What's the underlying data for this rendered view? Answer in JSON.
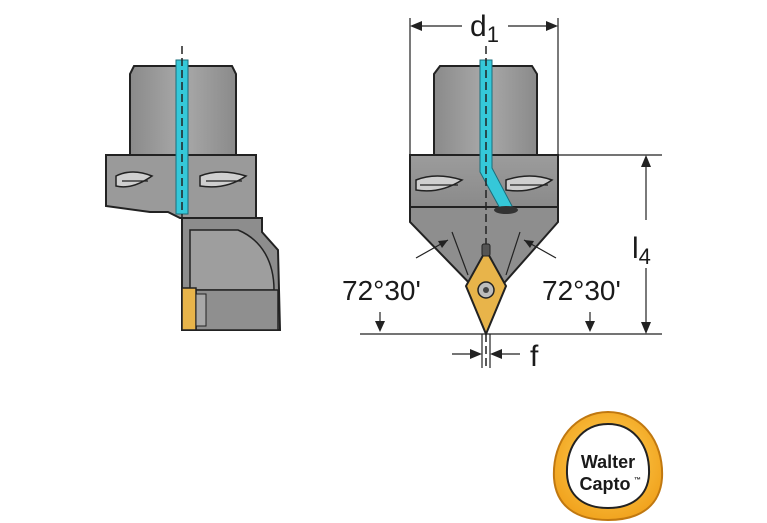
{
  "dimensions": {
    "d_label": "d",
    "d_sub": "1",
    "l_label": "l",
    "l_sub": "4",
    "f_label": "f",
    "angle_left": "72°30'",
    "angle_right": "72°30'"
  },
  "logo": {
    "line1": "Walter",
    "line2": "Capto",
    "trademark": "™"
  },
  "colors": {
    "body_gray": "#9b9b9b",
    "clamp_gray": "#8c8c8c",
    "outline": "#222222",
    "coolant_cyan": "#35c8d9",
    "insert_gold": "#e8b44a",
    "logo_orange": "#f2a31b"
  }
}
